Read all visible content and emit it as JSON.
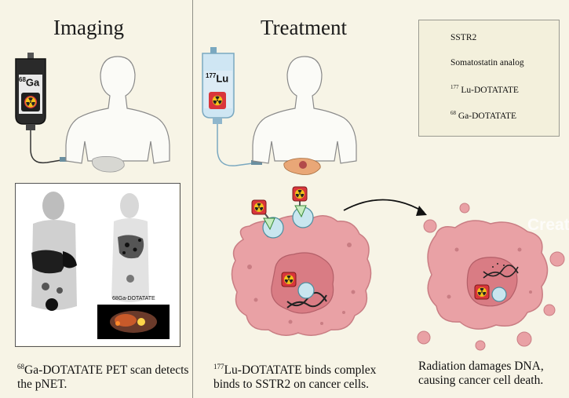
{
  "panels": {
    "imaging_title": "Imaging",
    "treatment_title": "Treatment"
  },
  "legend": {
    "items": [
      {
        "icon": "sstr2-receptor-icon",
        "label": "SSTR2"
      },
      {
        "icon": "somatostatin-analog-icon",
        "label": "Somatostatin analog"
      },
      {
        "icon": "lu-dotatate-icon",
        "sup": "177",
        "label": "Lu-DOTATATE"
      },
      {
        "icon": "ga-dotatate-icon",
        "sup": "68",
        "label": "Ga-DOTATATE"
      }
    ]
  },
  "iv_bags": {
    "ga": {
      "mass": "68",
      "element": "Ga"
    },
    "lu": {
      "mass": "177",
      "element": "Lu"
    }
  },
  "scan": {
    "label": "68Ga-DOTATATE"
  },
  "captions": {
    "imaging": {
      "sup": "68",
      "text": "Ga-DOTATATE PET scan detects the pNET."
    },
    "treatment": {
      "sup": "177",
      "text": "Lu-DOTATATE binds complex binds to SSTR2 on cancer cells."
    },
    "death": {
      "text": "Radiation damages DNA, causing cancer cell death."
    }
  },
  "watermark": "Creat",
  "colors": {
    "background": "#f7f4e6",
    "cell": "#e9a1a5",
    "nucleus": "#d97c84",
    "receptor": "#c9e6ef",
    "ga_badge": "#1a1a1a",
    "lu_badge": "#d9353b",
    "radiation_yellow": "#f2c21a"
  }
}
